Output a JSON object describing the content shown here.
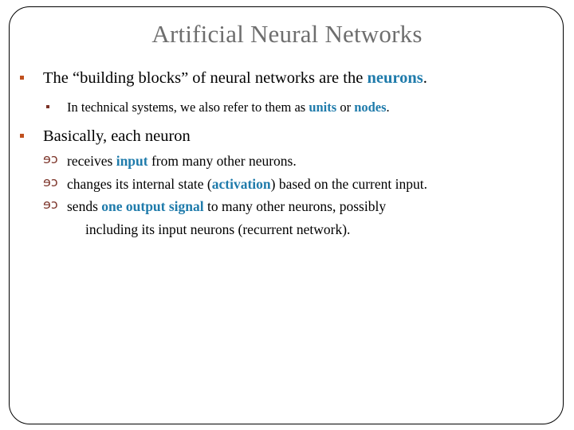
{
  "slide": {
    "title": "Artificial Neural Networks",
    "title_color": "#6e6e6e",
    "accent_color": "#1f7bab",
    "bullet1_color": "#c0501e",
    "bullet2_color": "#7b3227",
    "frame_color": "#000000",
    "background": "#ffffff"
  },
  "content": {
    "b1": {
      "lead": "The “building blocks” of neural networks are the",
      "highlight": "neurons",
      "tail": "."
    },
    "b1_sub": {
      "lead": "In technical systems, we also refer to them as ",
      "highlight_a": "units",
      "mid": " or ",
      "highlight_b": "nodes",
      "tail": "."
    },
    "b2": {
      "lead": "Basically, each neuron"
    },
    "b2_items": [
      {
        "bullet_glyph": "ɘɔ",
        "lead": "receives ",
        "highlight": "input",
        "tail": " from many other neurons.",
        "cont": ""
      },
      {
        "bullet_glyph": "ɘɔ",
        "lead": "changes its internal state (",
        "highlight": "activation",
        "tail": ") based on the current input.",
        "cont": ""
      },
      {
        "bullet_glyph": "ɘɔ",
        "lead": "sends ",
        "highlight": "one output signal",
        "tail": " to many other neurons, possibly",
        "cont": "including its input neurons (recurrent network)."
      }
    ]
  }
}
